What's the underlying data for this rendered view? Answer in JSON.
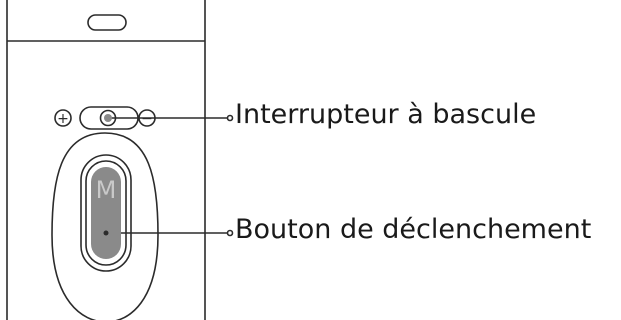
{
  "callouts": {
    "toggle_switch": "Interrupteur à bascule",
    "trigger_button": "Bouton de déclenchement"
  },
  "device": {
    "mode_button_letter": "M",
    "plus_symbol": "+",
    "minus_symbol": "−"
  },
  "colors": {
    "outline": "#2b2b2b",
    "button_fill": "#8a8a8a",
    "button_letter": "#c9c9c9",
    "background": "#ffffff"
  }
}
